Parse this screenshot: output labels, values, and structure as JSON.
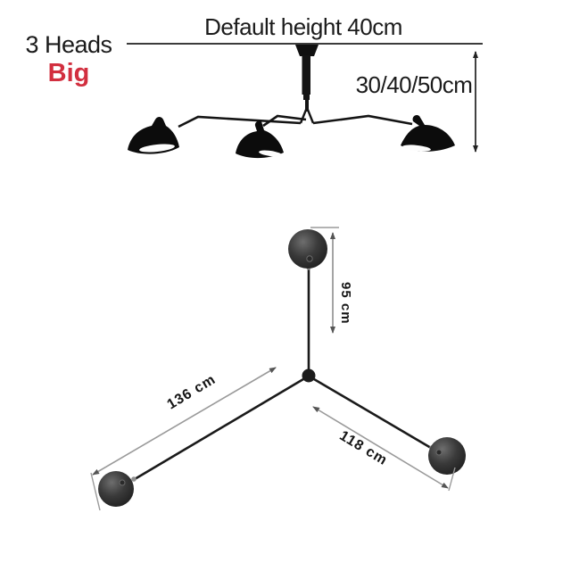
{
  "colors": {
    "accent_red": "#d22f3f",
    "text_dark": "#1b1b1b",
    "lamp_black": "#111111",
    "dimension_gray": "#999999"
  },
  "variant": {
    "heads": "3 Heads",
    "size": "Big"
  },
  "side_view": {
    "default_height": "Default height 40cm",
    "drop_heights": "30/40/50cm"
  },
  "top_view": {
    "stem_length": "95 cm",
    "left_arm_length": "136 cm",
    "right_arm_length": "118 cm"
  }
}
